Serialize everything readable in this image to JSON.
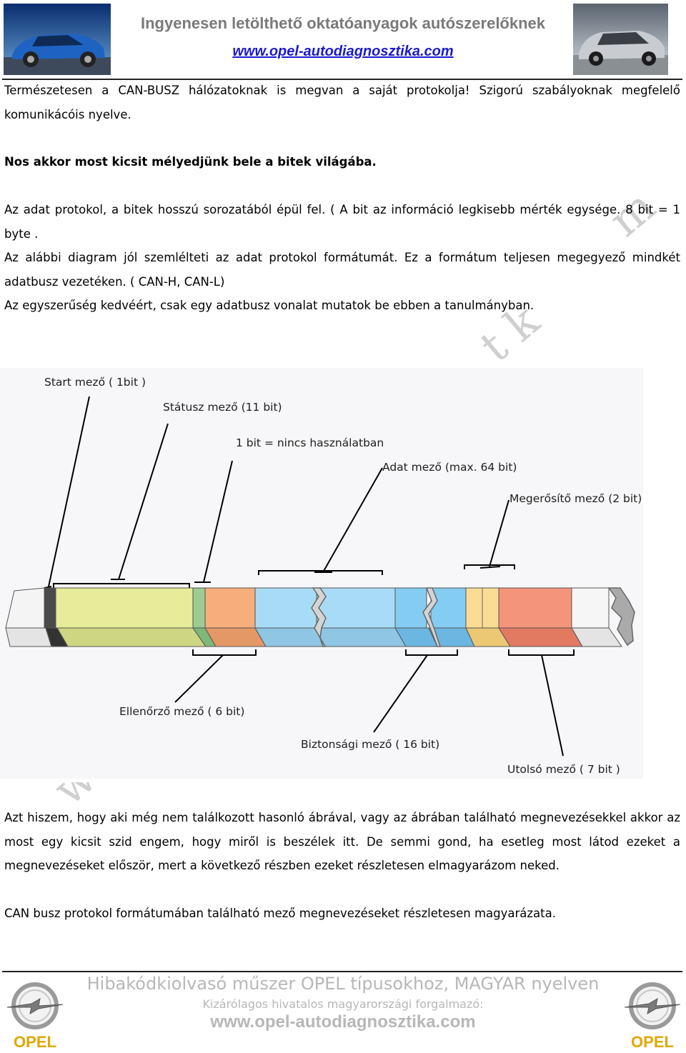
{
  "header": {
    "title": "Ingyenesen letölthető oktatóanyagok autószerelőknek",
    "url": "www.opel-autodiagnosztika.com"
  },
  "paragraphs": {
    "p1": "Természetesen a CAN-BUSZ hálózatoknak is megvan a saját protokolja! Szigorú szabályoknak megfelelő komunikácóis nyelve.",
    "p2": "Nos akkor most kicsit mélyedjünk bele a bitek világába.",
    "p3": "Az adat protokol, a bitek hosszú sorozatából épül fel. ( A bit az információ legkisebb mérték egysége. 8 bit = 1 byte .",
    "p4": "Az alábbi diagram jól szemlélteti az adat protokol formátumát. Ez a formátum teljesen megegyező mindkét adatbusz vezetéken. ( CAN-H, CAN-L)",
    "p5": "Az egyszerűség kedvéért, csak egy adatbusz vonalat mutatok be ebben a tanulmányban.",
    "p6": "Azt hiszem, hogy aki még nem találkozott hasonló ábrával, vagy az ábrában található megnevezésekkel akkor az most egy kicsit szid engem, hogy miről is beszélek itt. De semmi gond, ha esetleg most látod ezeket a megnevezéseket először, mert a következő részben ezeket részletesen elmagyarázom neked.",
    "p7": "CAN busz protokol formátumában található mező megnevezéseket részletesen magyarázata."
  },
  "diagram": {
    "labels": {
      "start": "Start mező ( 1bit )",
      "status": "Státusz mező (11 bit)",
      "unused": "1 bit = nincs használatban",
      "data": "Adat mező (max. 64 bit)",
      "ack": "Megerősítő mező (2 bit)",
      "control": "Ellenőrző mező ( 6 bit)",
      "security": "Biztonsági mező ( 16 bit)",
      "end": "Utolsó mező (  7 bit )"
    },
    "colors": {
      "start": "#4a4a4a",
      "status": "#e6ec98",
      "unused": "#9ccc94",
      "control": "#f6ae7c",
      "data": "#a8dcf6",
      "security": "#84ccf2",
      "ack": "#fbdc94",
      "end": "#f4947a"
    }
  },
  "watermark": {
    "w": "w",
    "tk": "t k",
    "m": "m"
  },
  "footer": {
    "line1": "Hibakódkiolvasó műszer OPEL típusokhoz, MAGYAR nyelven",
    "line2": "Kizárólagos hivatalos magyarországi forgalmazó:",
    "line3": "www.opel-autodiagnosztika.com",
    "logo_text": "OPEL"
  }
}
